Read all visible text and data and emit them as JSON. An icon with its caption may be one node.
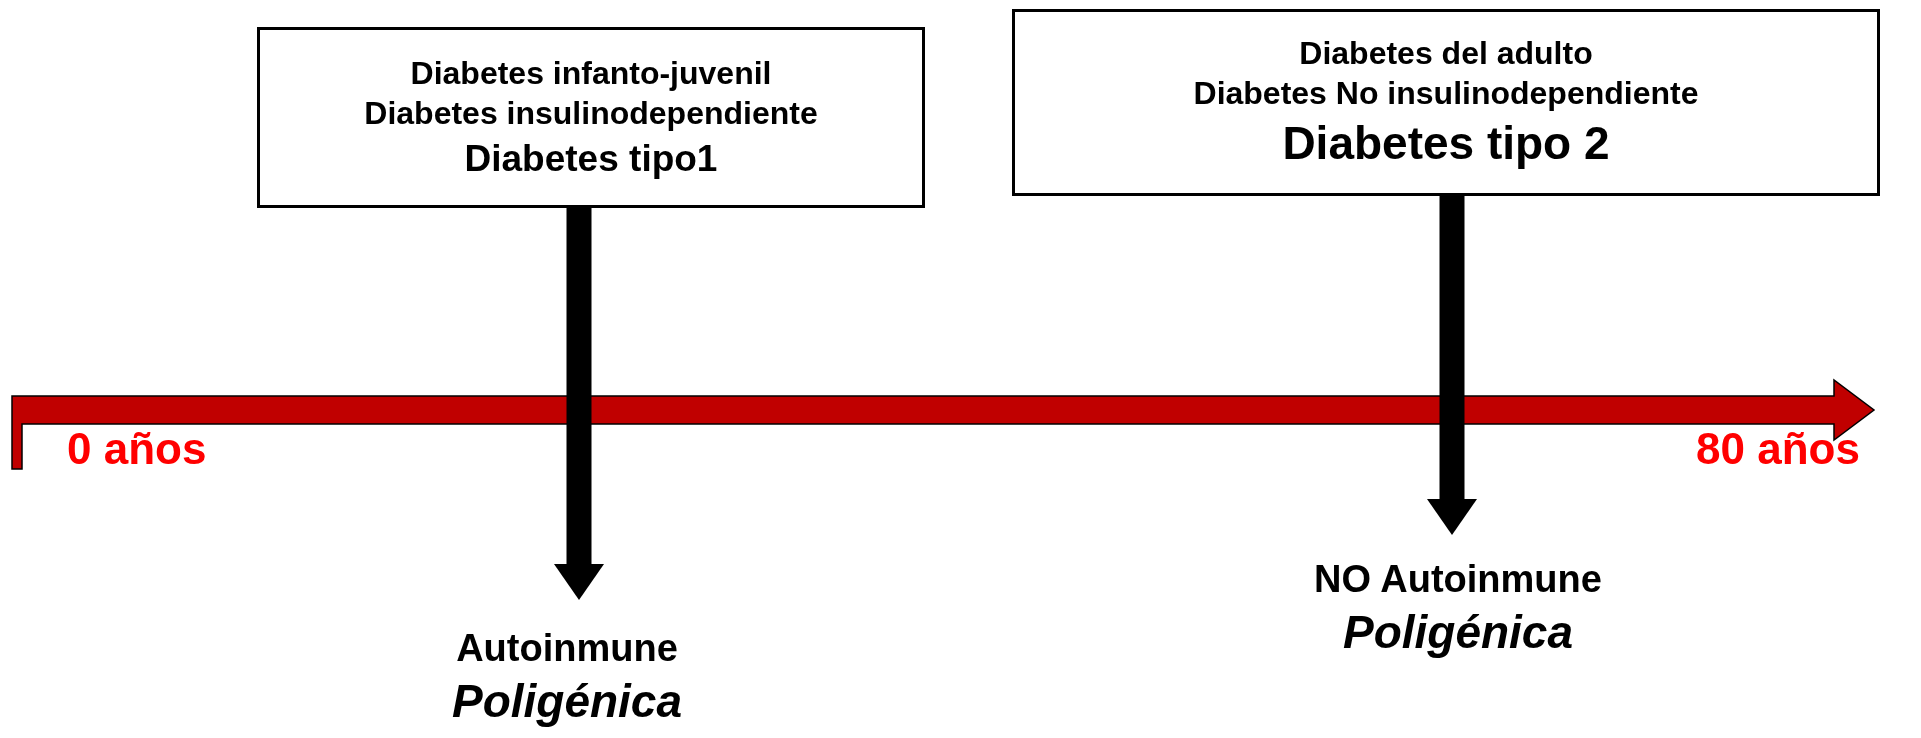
{
  "diagram": {
    "nodes": [
      {
        "text": [
          "Diabetes infanto-juvenil",
          "Diabetes insulinodependiente",
          "Diabetes tipo1"
        ]
      },
      {
        "text": [
          "Diabetes del adulto",
          "Diabetes No insulinodependiente",
          "Diabetes tipo 2"
        ]
      },
      {
        "text": [
          "Autoinmune",
          "Poligénica"
        ]
      },
      {
        "text": [
          "NO Autoinmune",
          "Poligénica"
        ]
      }
    ],
    "edges": [
      {
        "from": 0,
        "to": 2,
        "arrow": "to"
      },
      {
        "from": 1,
        "to": 3,
        "arrow": "to"
      }
    ],
    "labels": [
      "0 años",
      "80 años"
    ]
  }
}
